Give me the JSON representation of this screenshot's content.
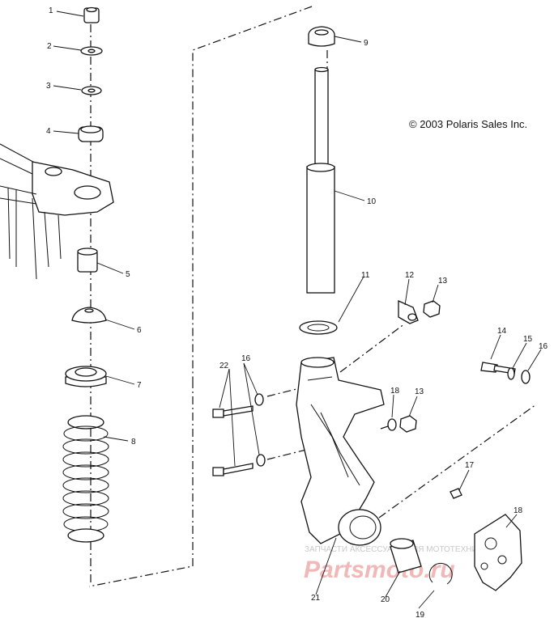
{
  "copyright": "© 2003 Polaris Sales Inc.",
  "watermark": {
    "top_text": "ЗАПЧАСТИ АКСЕССУАРЫ ДЛЯ МОТОТЕХНИКИ",
    "logo_text": "Partsmoto.ru"
  },
  "callouts": [
    {
      "id": "c1",
      "text": "1"
    },
    {
      "id": "c2",
      "text": "2"
    },
    {
      "id": "c3",
      "text": "3"
    },
    {
      "id": "c4",
      "text": "4"
    },
    {
      "id": "c5",
      "text": "5"
    },
    {
      "id": "c6",
      "text": "6"
    },
    {
      "id": "c7",
      "text": "7"
    },
    {
      "id": "c8",
      "text": "8"
    },
    {
      "id": "c9",
      "text": "9"
    },
    {
      "id": "c10",
      "text": "10"
    },
    {
      "id": "c11",
      "text": "11"
    },
    {
      "id": "c12",
      "text": "12"
    },
    {
      "id": "c13a",
      "text": "13"
    },
    {
      "id": "c13b",
      "text": "13"
    },
    {
      "id": "c14",
      "text": "14"
    },
    {
      "id": "c15",
      "text": "15"
    },
    {
      "id": "c16a",
      "text": "16"
    },
    {
      "id": "c16b",
      "text": "16"
    },
    {
      "id": "c17",
      "text": "17"
    },
    {
      "id": "c18a",
      "text": "18"
    },
    {
      "id": "c18b",
      "text": "18"
    },
    {
      "id": "c19",
      "text": "19"
    },
    {
      "id": "c20",
      "text": "20"
    },
    {
      "id": "c21",
      "text": "21"
    },
    {
      "id": "c22",
      "text": "22"
    }
  ]
}
